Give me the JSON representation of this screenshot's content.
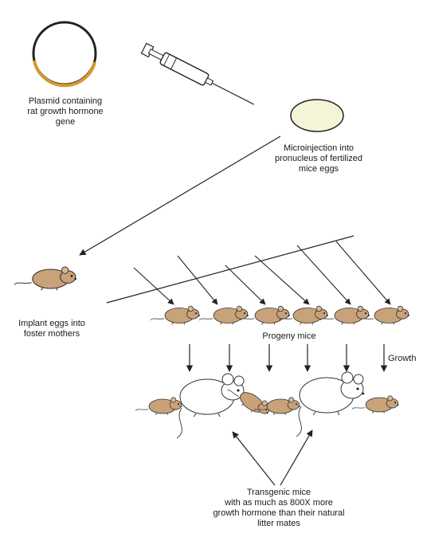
{
  "labels": {
    "plasmid": [
      "Plasmid containing",
      "rat growth hormone",
      "gene"
    ],
    "microinjection": [
      "Microinjection into",
      "pronucleus of fertilized",
      "mice eggs"
    ],
    "implant": [
      "Implant eggs into",
      "foster mothers"
    ],
    "progeny": "Progeny mice",
    "growth": "Growth",
    "transgenic": [
      "Transgenic mice",
      "with as much as 800X more",
      "growth hormone than their natural",
      "litter mates"
    ]
  },
  "colors": {
    "plasmid_insert": "#d49a2e",
    "egg_fill": "#f4f4d6",
    "mouse_brown": "#c9a27a",
    "mouse_white": "#ffffff",
    "line": "#222222"
  }
}
